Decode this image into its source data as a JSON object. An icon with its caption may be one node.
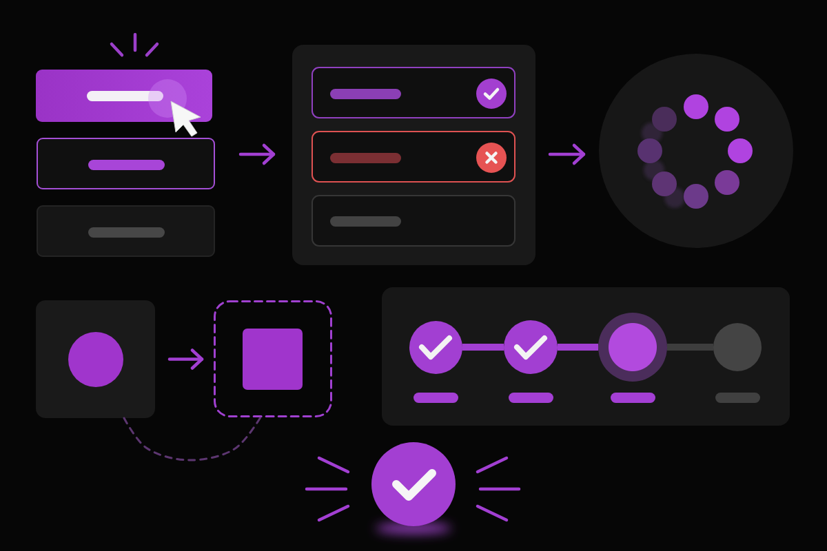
{
  "diagram": {
    "nodes": [
      {
        "text": [],
        "shape": "box"
      },
      {
        "text": [],
        "shape": "box"
      },
      {
        "text": [],
        "shape": "box"
      },
      {
        "text": [],
        "shape": "box"
      },
      {
        "text": [],
        "shape": "box",
        "in": 3
      },
      {
        "text": [],
        "shape": "box",
        "in": 3
      },
      {
        "text": [],
        "shape": "box",
        "in": 3
      },
      {
        "text": [],
        "shape": "circle"
      },
      {
        "text": [],
        "shape": "box"
      },
      {
        "text": [],
        "shape": "box"
      },
      {
        "text": [],
        "shape": "box"
      },
      {
        "text": [],
        "shape": "circle",
        "in": 10
      },
      {
        "text": [],
        "shape": "circle",
        "in": 10
      },
      {
        "text": [],
        "shape": "circle",
        "in": 10
      },
      {
        "text": [],
        "shape": "circle",
        "in": 10
      }
    ],
    "edges": [
      {
        "from": 1,
        "to": 3,
        "arrow": "to"
      },
      {
        "from": 3,
        "to": 7,
        "arrow": "to"
      },
      {
        "from": 8,
        "to": 9,
        "arrow": "to"
      },
      {
        "from": 8,
        "to": 9,
        "arrow": "none",
        "style": "dashed",
        "color": "#5c3670"
      },
      {
        "from": 11,
        "to": 12,
        "arrow": "none",
        "style": "thick"
      },
      {
        "from": 12,
        "to": 13,
        "arrow": "none",
        "style": "thick"
      },
      {
        "from": 13,
        "to": 14,
        "arrow": "none",
        "style": "thick",
        "color": "#3d3d3d"
      }
    ]
  }
}
